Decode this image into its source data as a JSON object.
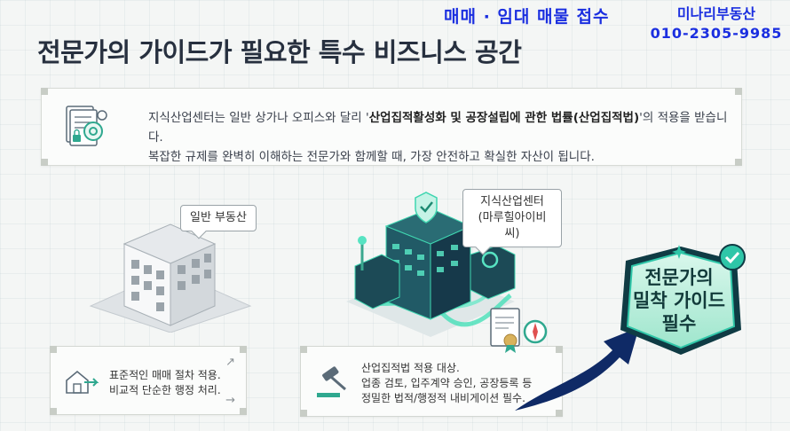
{
  "banner": {
    "listing": "매매 · 임대  매물 접수",
    "agency_name": "미나리부동산",
    "agency_phone": "010-2305-9985"
  },
  "page_title": "전문가의 가이드가 필요한 특수 비즈니스 공간",
  "info": {
    "line1_pre": "지식산업센터는 일반 상가나 오피스와 달리 '",
    "line1_bold": "산업집적활성화 및 공장설립에 관한 법률",
    "line1_mid": "(산업집적법)",
    "line1_post": "'의 적용을 받습니다.",
    "line2": "복잡한 규제를 완벽히 이해하는 전문가와 함께할 때, 가장 안전하고 확실한 자산이 됩니다."
  },
  "labels": {
    "general": "일반 부동산",
    "center_line1": "지식산업센터",
    "center_line2": "(마루힐아이비씨)"
  },
  "cards": {
    "general": {
      "line1": "표준적인 매매 절차 적용.",
      "line2": "비교적 단순한 행정 처리."
    },
    "center": {
      "line1": "산업집적법 적용 대상.",
      "line2": "업종 검토, 입주계약 승인, 공장등록 등",
      "line3": "정밀한 법적/행정적 내비게이션 필수."
    }
  },
  "badge": {
    "line1": "전문가의",
    "line2": "밀착 가이드",
    "line3": "필수"
  },
  "colors": {
    "banner_blue": "#1b2fe0",
    "teal_accent": "#2fc6a8",
    "navy_arrow": "#0f2a66"
  }
}
